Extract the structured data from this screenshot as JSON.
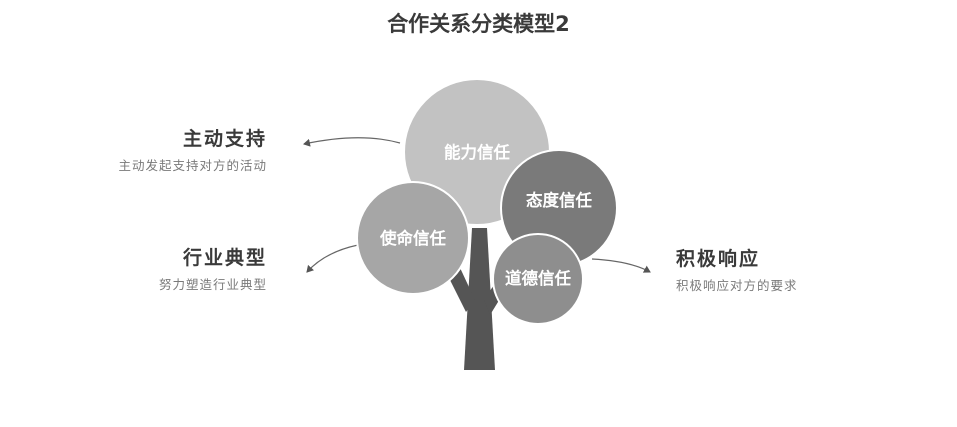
{
  "title": "合作关系分类模型2",
  "left_items": [
    {
      "label": "主动支持",
      "desc": "主动发起支持对方的活动"
    },
    {
      "label": "行业典型",
      "desc": "努力塑造行业典型"
    }
  ],
  "right_items": [
    {
      "label": "积极响应",
      "desc": "积极响应对方的要求"
    }
  ],
  "bubbles": [
    {
      "label": "能力信任",
      "color": "#c2c2c2"
    },
    {
      "label": "态度信任",
      "color": "#7a7a7a"
    },
    {
      "label": "使命信任",
      "color": "#a6a6a6"
    },
    {
      "label": "道德信任",
      "color": "#8e8e8e"
    }
  ],
  "trunk_color": "#555555"
}
